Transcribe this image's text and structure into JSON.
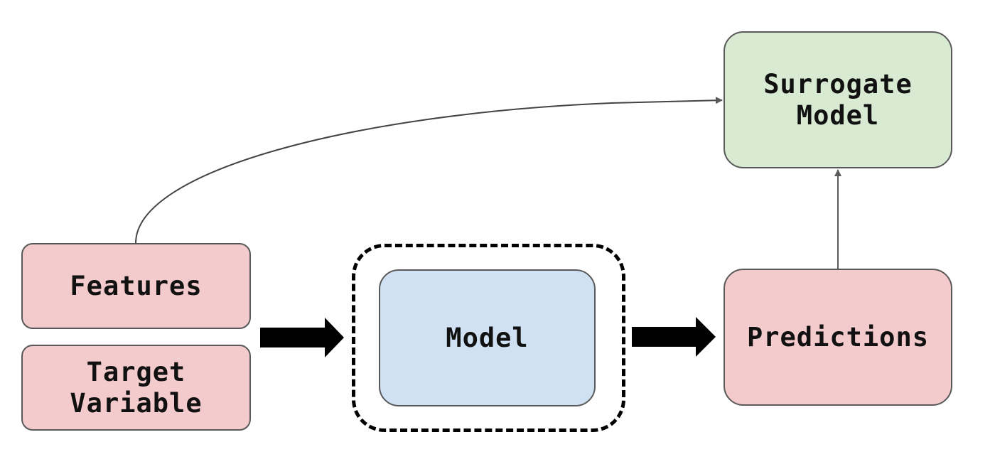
{
  "diagram": {
    "nodes": {
      "features": {
        "label": "Features",
        "fill": "#f3cbcc"
      },
      "target_variable": {
        "label": "Target\nVariable",
        "fill": "#f3cbcc"
      },
      "model": {
        "label": "Model",
        "fill": "#d0e1f3"
      },
      "predictions": {
        "label": "Predictions",
        "fill": "#f3cbcc"
      },
      "surrogate_model": {
        "label": "Surrogate\nModel",
        "fill": "#d9ead3"
      }
    },
    "edges": [
      {
        "from": "Features",
        "to": "Surrogate Model",
        "style": "thin-curved-arrow"
      },
      {
        "from": "Features + Target Variable",
        "to": "Model",
        "style": "thick-block-arrow"
      },
      {
        "from": "Model",
        "to": "Predictions",
        "style": "thick-block-arrow"
      },
      {
        "from": "Predictions",
        "to": "Surrogate Model",
        "style": "thin-arrow"
      }
    ],
    "colors": {
      "border": "#595959",
      "line": "#444444",
      "block_arrow": "#000000",
      "dashed_wrapper": "#000000"
    }
  }
}
